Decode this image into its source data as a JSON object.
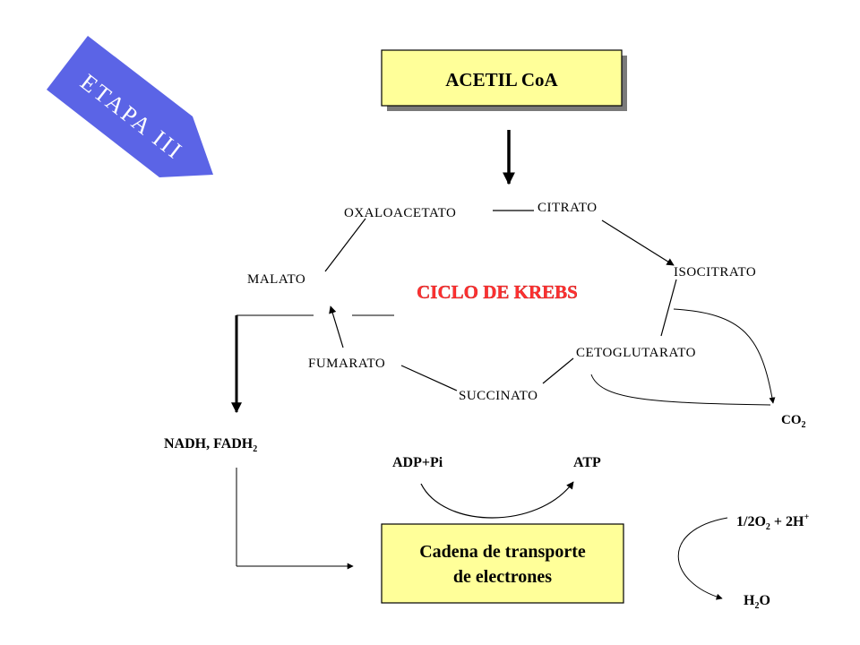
{
  "stage_badge": {
    "label": "ETAPA III",
    "color": "#5b64e6"
  },
  "acetyl_box": {
    "label": "ACETIL CoA",
    "fill": "#ffff99"
  },
  "cycle": {
    "title": "CICLO DE KREBS",
    "title_color": "#ff3030",
    "intermediates": {
      "oxaloacetato": "OXALOACETATO",
      "citrato": "CITRATO",
      "isocitrato": "ISOCITRATO",
      "cetoglutarato": "CETOGLUTARATO",
      "succinato": "SUCCINATO",
      "fumarato": "FUMARATO",
      "malato": "MALATO"
    }
  },
  "products": {
    "co2": {
      "main": "CO",
      "sub": "2"
    },
    "nadh": {
      "main": "NADH,  FADH",
      "sub": "2"
    },
    "adp": "ADP+Pi",
    "atp": "ATP",
    "oxygen": {
      "a": "1/2O",
      "sub": "2",
      "b": " + 2H",
      "sup": "+"
    },
    "water": {
      "a": "H",
      "sub": "2",
      "b": "O"
    }
  },
  "transport_box": {
    "line1": "Cadena de transporte",
    "line2": "de electrones",
    "fill": "#ffff99"
  }
}
